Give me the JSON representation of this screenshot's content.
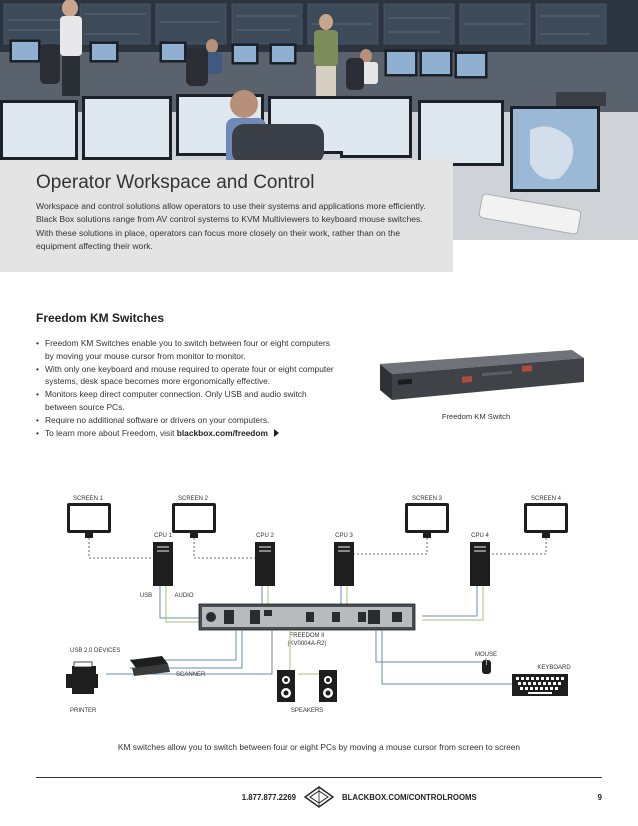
{
  "banner": {
    "title": "Operator Workspace and Control",
    "body": "Workspace and control solutions allow operators to use their systems and applications more efficiently. Black Box solutions range from AV control systems to KVM Multiviewers to keyboard mouse switches. With these solutions in place, operators can focus more closely on their work, rather than on the equipment affecting their work."
  },
  "section": {
    "heading": "Freedom KM Switches",
    "bullets": [
      "Freedom KM Switches enable you to switch between four or eight computers by moving your mouse cursor from monitor to monitor.",
      "With only one keyboard and mouse required to operate four or eight computer systems, desk space becomes more ergonomically effective.",
      "Monitors keep direct computer connection. Only USB and audio switch between source PCs.",
      "Require no additional software or drivers on your computers."
    ],
    "learn_more_prefix": "To learn more about Freedom, visit ",
    "learn_more_link": "blackbox.com/freedom"
  },
  "product": {
    "caption": "Freedom KM Switch"
  },
  "diagram": {
    "screens": [
      "SCREEN 1",
      "SCREEN 2",
      "SCREEN 3",
      "SCREEN 4"
    ],
    "cpus": [
      "CPU 1",
      "CPU 2",
      "CPU 3",
      "CPU 4"
    ],
    "usb_label": "USB",
    "audio_label": "AUDIO",
    "device_label": "FREEDOM II",
    "device_model": "(KV0004A-R2)",
    "usb_devices_label": "USB 2.0 DEVICES",
    "scanner_label": "SCANNER",
    "printer_label": "PRINTER",
    "speakers_label": "SPEAKERS",
    "mouse_label": "MOUSE",
    "keyboard_label": "KEYBOARD",
    "caption": "KM switches allow you to switch between four or eight PCs by moving a mouse cursor from screen to screen"
  },
  "footer": {
    "phone": "1.877.877.2269",
    "url": "BLACKBOX.COM/CONTROLROOMS",
    "page": "9"
  },
  "colors": {
    "usb_wire": "#6a8fb0",
    "audio_wire": "#a8c07a",
    "banner_bg": "#e4e4e4"
  }
}
